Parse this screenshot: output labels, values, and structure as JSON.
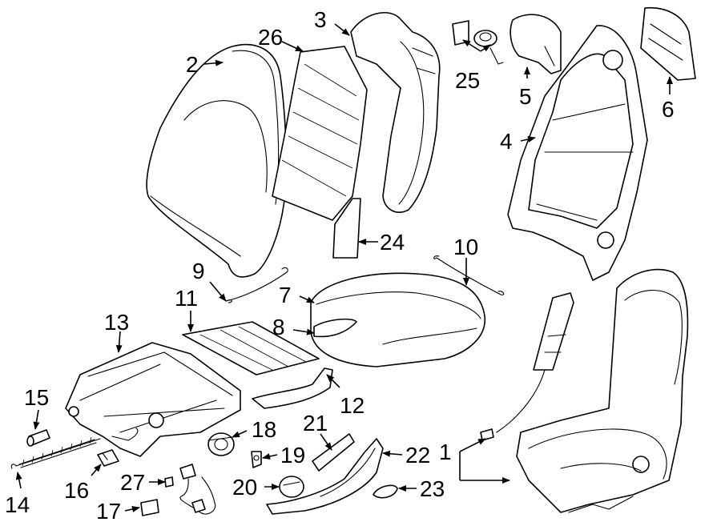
{
  "callouts": {
    "c1": "1",
    "c2": "2",
    "c3": "3",
    "c4": "4",
    "c5": "5",
    "c6": "6",
    "c7": "7",
    "c8": "8",
    "c9": "9",
    "c10": "10",
    "c11": "11",
    "c12": "12",
    "c13": "13",
    "c14": "14",
    "c15": "15",
    "c16": "16",
    "c17": "17",
    "c18": "18",
    "c19": "19",
    "c20": "20",
    "c21": "21",
    "c22": "22",
    "c23": "23",
    "c24": "24",
    "c25": "25",
    "c26": "26",
    "c27": "27"
  },
  "colors": {
    "line": "#000000",
    "background": "#ffffff"
  }
}
